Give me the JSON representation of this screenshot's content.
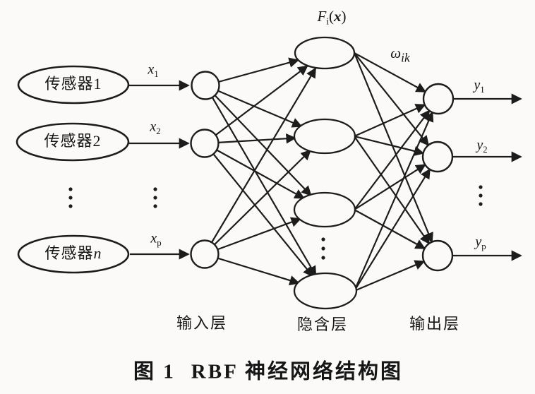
{
  "figure_caption": {
    "label": "图 1",
    "title": "RBF 神经网络结构图"
  },
  "sensors": [
    {
      "prefix": "传感器",
      "index": "1"
    },
    {
      "prefix": "传感器",
      "index": "2"
    },
    {
      "prefix": "传感器",
      "index": "n"
    }
  ],
  "input_signals": [
    {
      "base": "x",
      "sub": "1"
    },
    {
      "base": "x",
      "sub": "2"
    },
    {
      "base": "x",
      "sub": "p"
    }
  ],
  "output_signals": [
    {
      "base": "y",
      "sub": "1"
    },
    {
      "base": "y",
      "sub": "2"
    },
    {
      "base": "y",
      "sub": "p"
    }
  ],
  "annotations": {
    "basis_function": {
      "base": "F",
      "sub": "i",
      "open": "(",
      "arg": "x",
      "close": ")"
    },
    "weight": {
      "base": "ω",
      "sub": "ik"
    }
  },
  "layer_labels": {
    "input": "输入层",
    "hidden": "隐含层",
    "output": "输出层"
  },
  "structure": {
    "sensor_nodes": 3,
    "input_nodes": 3,
    "hidden_nodes": 4,
    "output_nodes": 3
  },
  "colors": {
    "ink": "#1c1c1c",
    "paper": "#fbfaf8"
  }
}
